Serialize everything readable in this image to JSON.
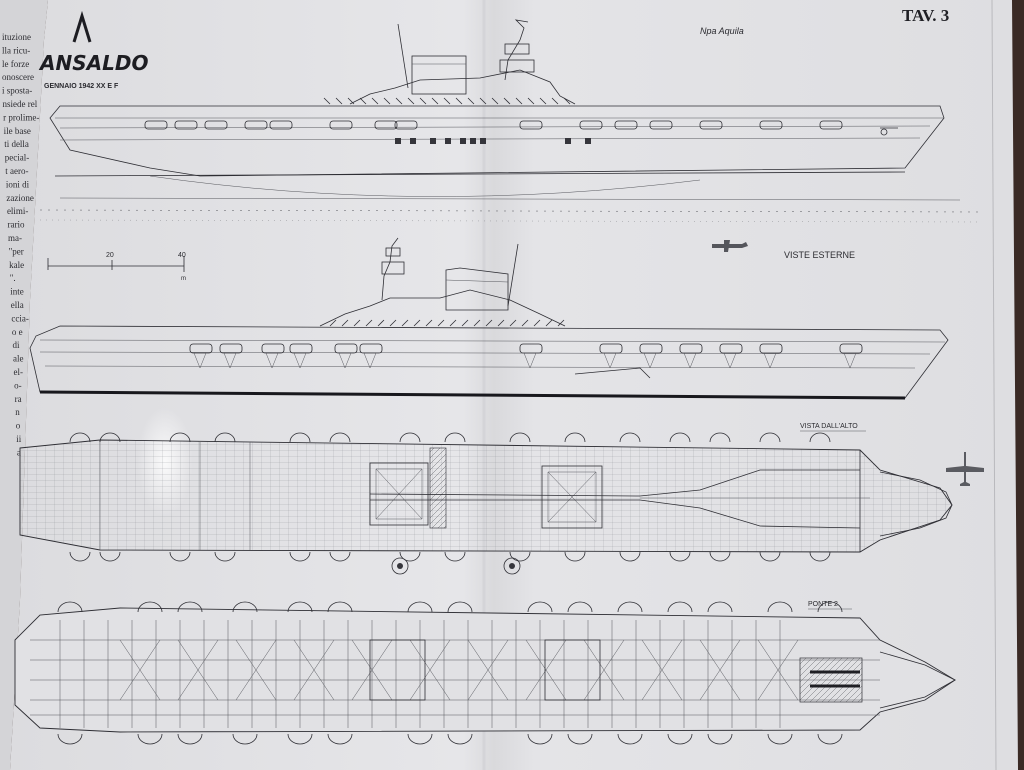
{
  "plate": {
    "number_label": "TAV. 3",
    "logo": "ANSALDO",
    "logo_caption": "GENNAIO 1942 XX E F",
    "ship_name": "Npa Aquila",
    "view_exterior": "VISTE ESTERNE",
    "view_top": "VISTA DALL'ALTO",
    "view_deck": "PONTE 2",
    "scale_ticks": [
      "0",
      "20",
      "40"
    ],
    "scale_unit": "m"
  },
  "left_page_fragments": [
    "ituzione",
    "lla ricu-",
    "le forze",
    "onoscere",
    "i sposta-",
    "nsiede rel",
    "r prolime-",
    "ile base",
    "ti della",
    "pecial-",
    "t aero-",
    "ioni di",
    "zazione",
    "elimi-",
    "rario",
    "ma-",
    "\"per",
    "kale",
    "\".",
    "inte",
    "ella",
    "ccia-",
    "o e",
    "di",
    "ale",
    "el-",
    "o-",
    "ra",
    "n",
    "o",
    "ii",
    "a"
  ],
  "colors": {
    "paper": "#e3e3e6",
    "left_page": "#d6d6d8",
    "ink": "#2e2e34",
    "waterline": "#1b1b20",
    "background": "#3a2a25"
  }
}
